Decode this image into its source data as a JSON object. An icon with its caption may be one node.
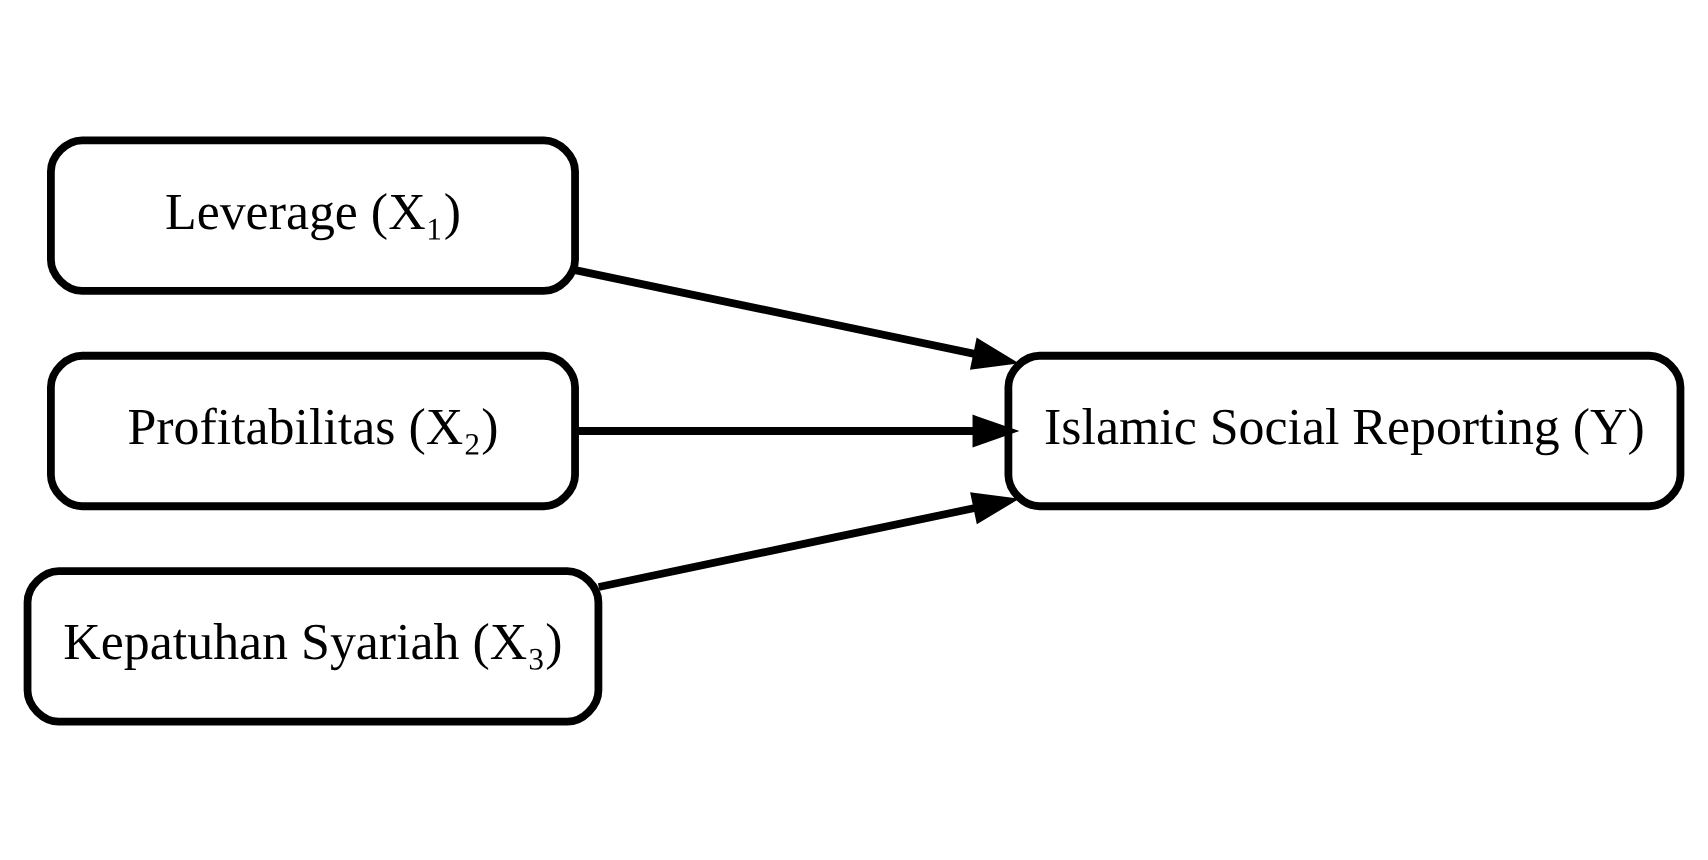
{
  "diagram": {
    "nodes": [
      {
        "text": [
          "Leverage (X₁)"
        ]
      },
      {
        "text": [
          "Profitabilitas (X₂)"
        ]
      },
      {
        "text": [
          "Kepatuhan Syariah (X₃)"
        ]
      },
      {
        "text": [
          "Islamic Social Reporting (Y)"
        ]
      }
    ],
    "edges": [
      {
        "from": 0,
        "to": 3,
        "arrow": "to"
      },
      {
        "from": 1,
        "to": 3,
        "arrow": "to"
      },
      {
        "from": 2,
        "to": 3,
        "arrow": "to"
      }
    ]
  }
}
